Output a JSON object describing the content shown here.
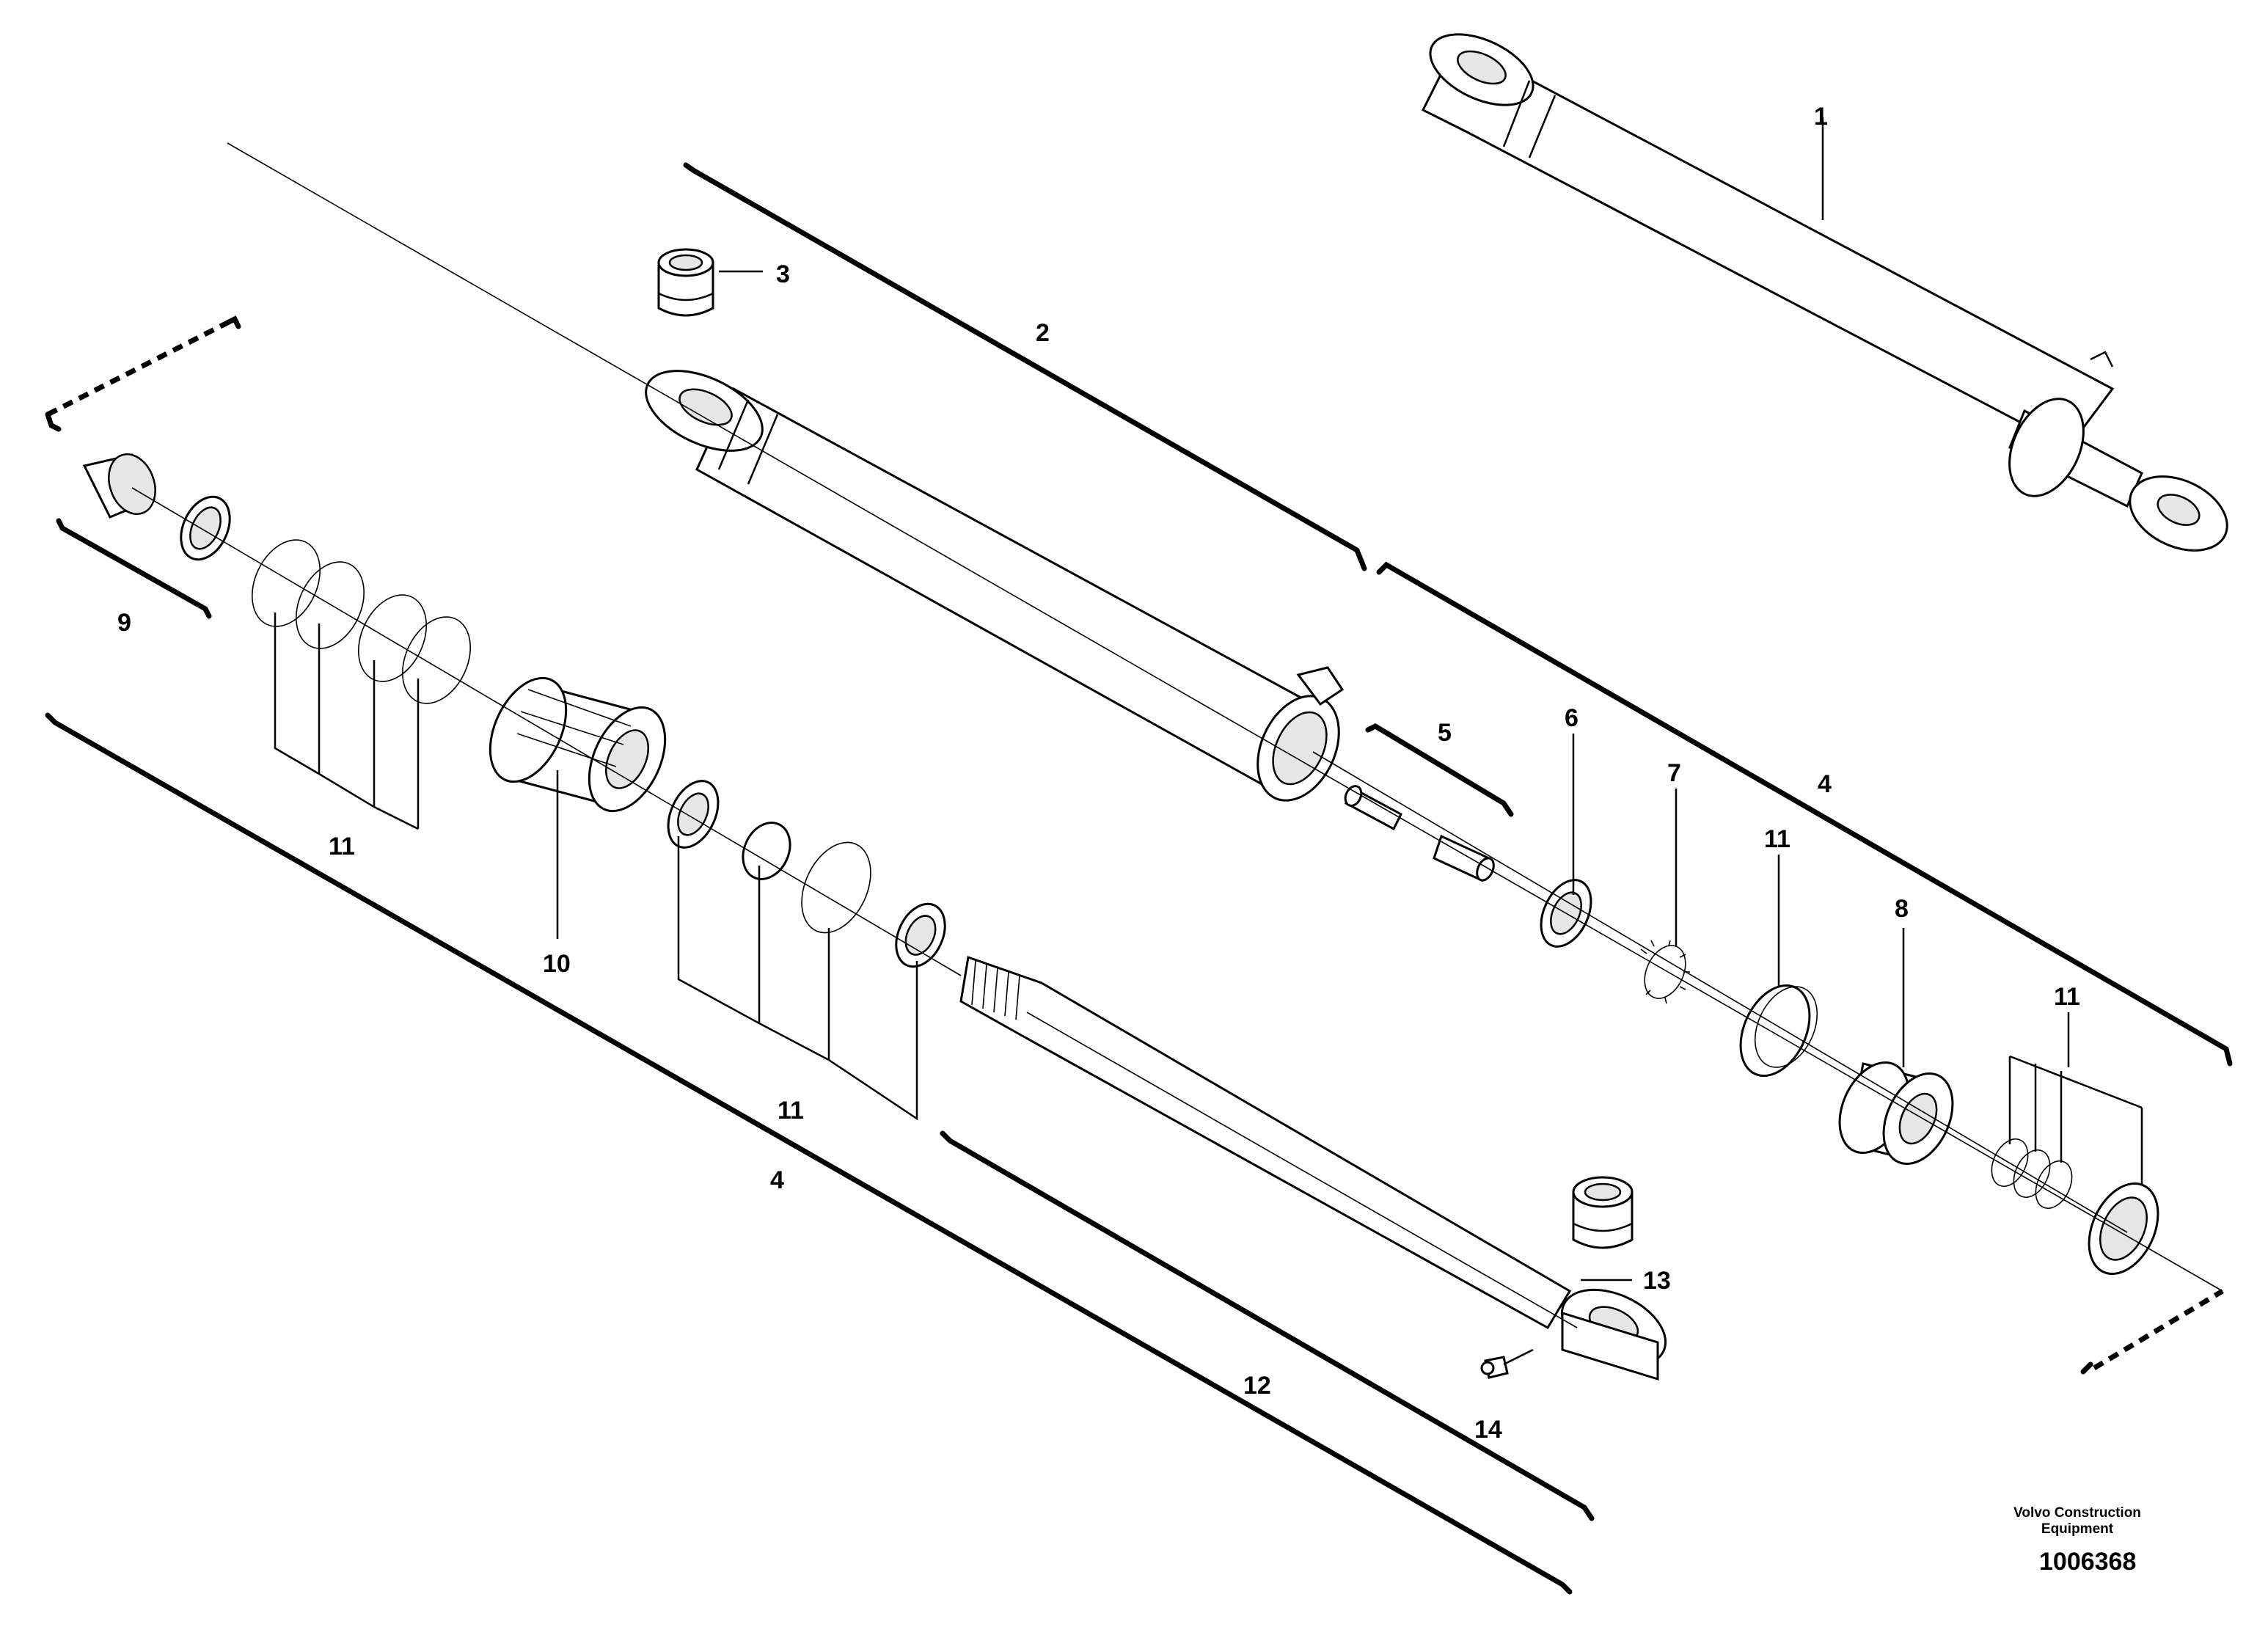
{
  "callouts": {
    "c1": "1",
    "c2": "2",
    "c3": "3",
    "c4_right": "4",
    "c4_left": "4",
    "c5": "5",
    "c6": "6",
    "c7": "7",
    "c8": "8",
    "c9": "9",
    "c10": "10",
    "c11_a": "11",
    "c11_b": "11",
    "c11_c": "11",
    "c11_d": "11",
    "c12": "12",
    "c13": "13",
    "c14": "14"
  },
  "credit": {
    "line1": "Volvo Construction",
    "line2": "Equipment"
  },
  "document_number": "1006368",
  "colors": {
    "ink": "#000000",
    "background": "#ffffff",
    "shading": "#e6e6e6"
  }
}
